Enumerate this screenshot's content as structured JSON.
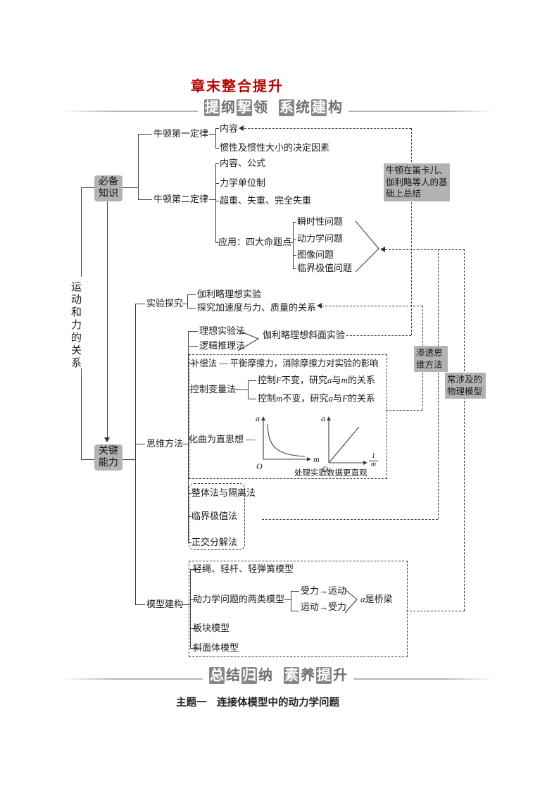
{
  "title": "章末整合提升",
  "banners": {
    "top_left": "提纲挈领",
    "top_right": "系统建构",
    "bottom_left": "总结归纳",
    "bottom_right": "素养提升"
  },
  "subtitle": "主题一　连接体模型中的动力学问题",
  "colors": {
    "title_red": "#b30500",
    "gray_box": "#b3b3b3",
    "line": "#3f3f3f"
  },
  "root": {
    "label": "运动和力的关系"
  },
  "level1": {
    "knowledge": "必备知识",
    "ability": "关键能力"
  },
  "newton1": {
    "label": "牛顿第一定律",
    "items": [
      "内容",
      "惯性及惯性大小的决定因素"
    ]
  },
  "newton2": {
    "label": "牛顿第二定律",
    "items": [
      "内容、公式",
      "力学单位制",
      "超重、失重、完全失重",
      "应用：四大命题点"
    ],
    "problems": [
      "瞬时性问题",
      "动力学问题",
      "图像问题",
      "临界极值问题"
    ]
  },
  "notes": {
    "newton_basis": "牛顿在笛卡儿、伽利略等人的基础上总结",
    "thinking": "渗透思维方法",
    "models": "常涉及的物理模型"
  },
  "experiment": {
    "label": "实验探究",
    "items": [
      "伽利略理想实验",
      "探究加速度与力、质量的关系"
    ]
  },
  "thinking": {
    "label": "思维方法",
    "ideal": "理想实验法",
    "logic": "逻辑推理法",
    "incline": "伽利略理想斜面实验",
    "compensate": "补偿法 — 平衡摩擦力，消除摩擦力对实验的影响",
    "control": "控制变量法",
    "control_f": [
      "控制",
      "F",
      "不变，研究",
      "a",
      "与",
      "m",
      "的关系"
    ],
    "control_m": [
      "控制",
      "m",
      "不变，研究",
      "a",
      "与",
      "F",
      "的关系"
    ],
    "linearize": "化曲为直思想 —",
    "graph_caption": "处理实验数据更直观",
    "graph1": {
      "y": "a",
      "o": "O",
      "x": "m"
    },
    "graph2": {
      "y": "a",
      "o": "O",
      "x_num": "1",
      "x_den": "m"
    },
    "holistic": "整体法与隔离法",
    "critical": "临界极值法",
    "orthogonal": "正交分解法"
  },
  "modeling": {
    "label": "模型建构",
    "items": [
      "轻绳、轻杆、轻弹簧模型",
      "动力学问题的两类模型",
      "板块模型",
      "斜面体模型"
    ],
    "force_to_motion": "受力→运动",
    "motion_to_force": "运动→受力",
    "bridge": "a是桥梁"
  }
}
